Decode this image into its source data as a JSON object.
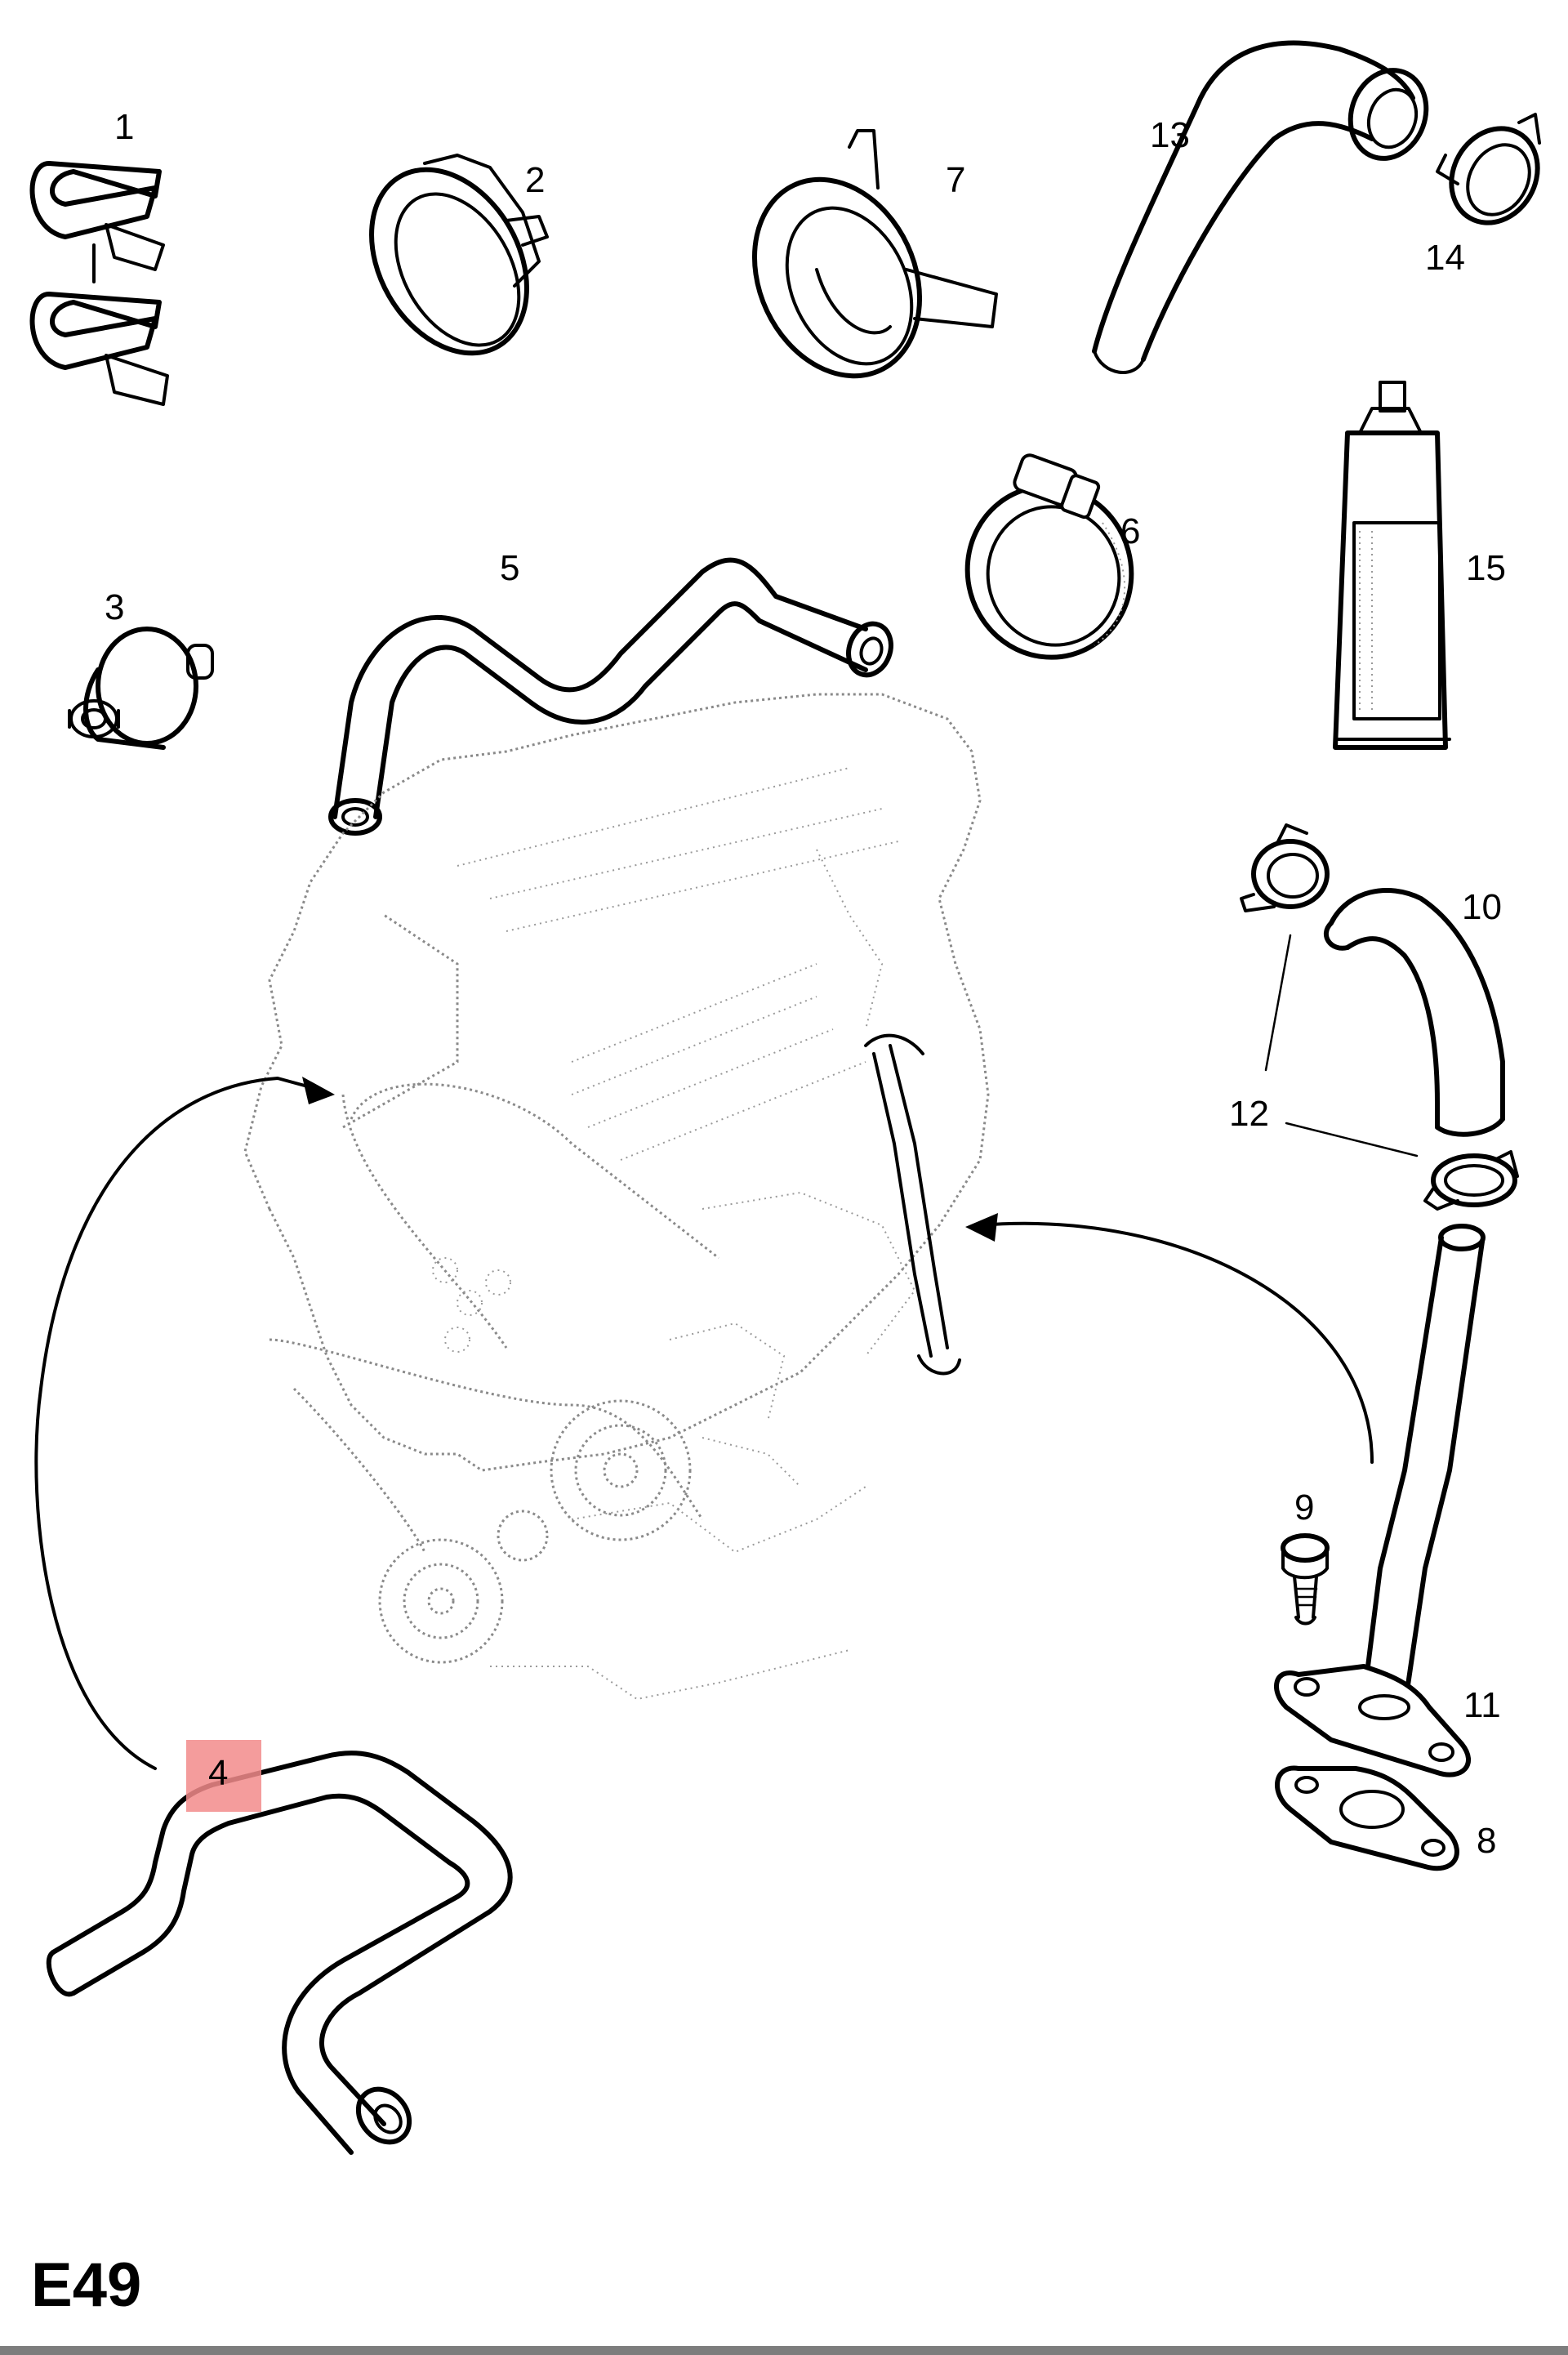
{
  "diagram": {
    "page_code": "E49",
    "highlight_color": "#f28b8b",
    "callouts": {
      "c1": "1",
      "c2": "2",
      "c3": "3",
      "c4": "4",
      "c5": "5",
      "c6": "6",
      "c7": "7",
      "c8": "8",
      "c9": "9",
      "c10": "10",
      "c11": "11",
      "c12": "12",
      "c13": "13",
      "c14": "14",
      "c15": "15"
    },
    "highlighted_callout": "4"
  }
}
